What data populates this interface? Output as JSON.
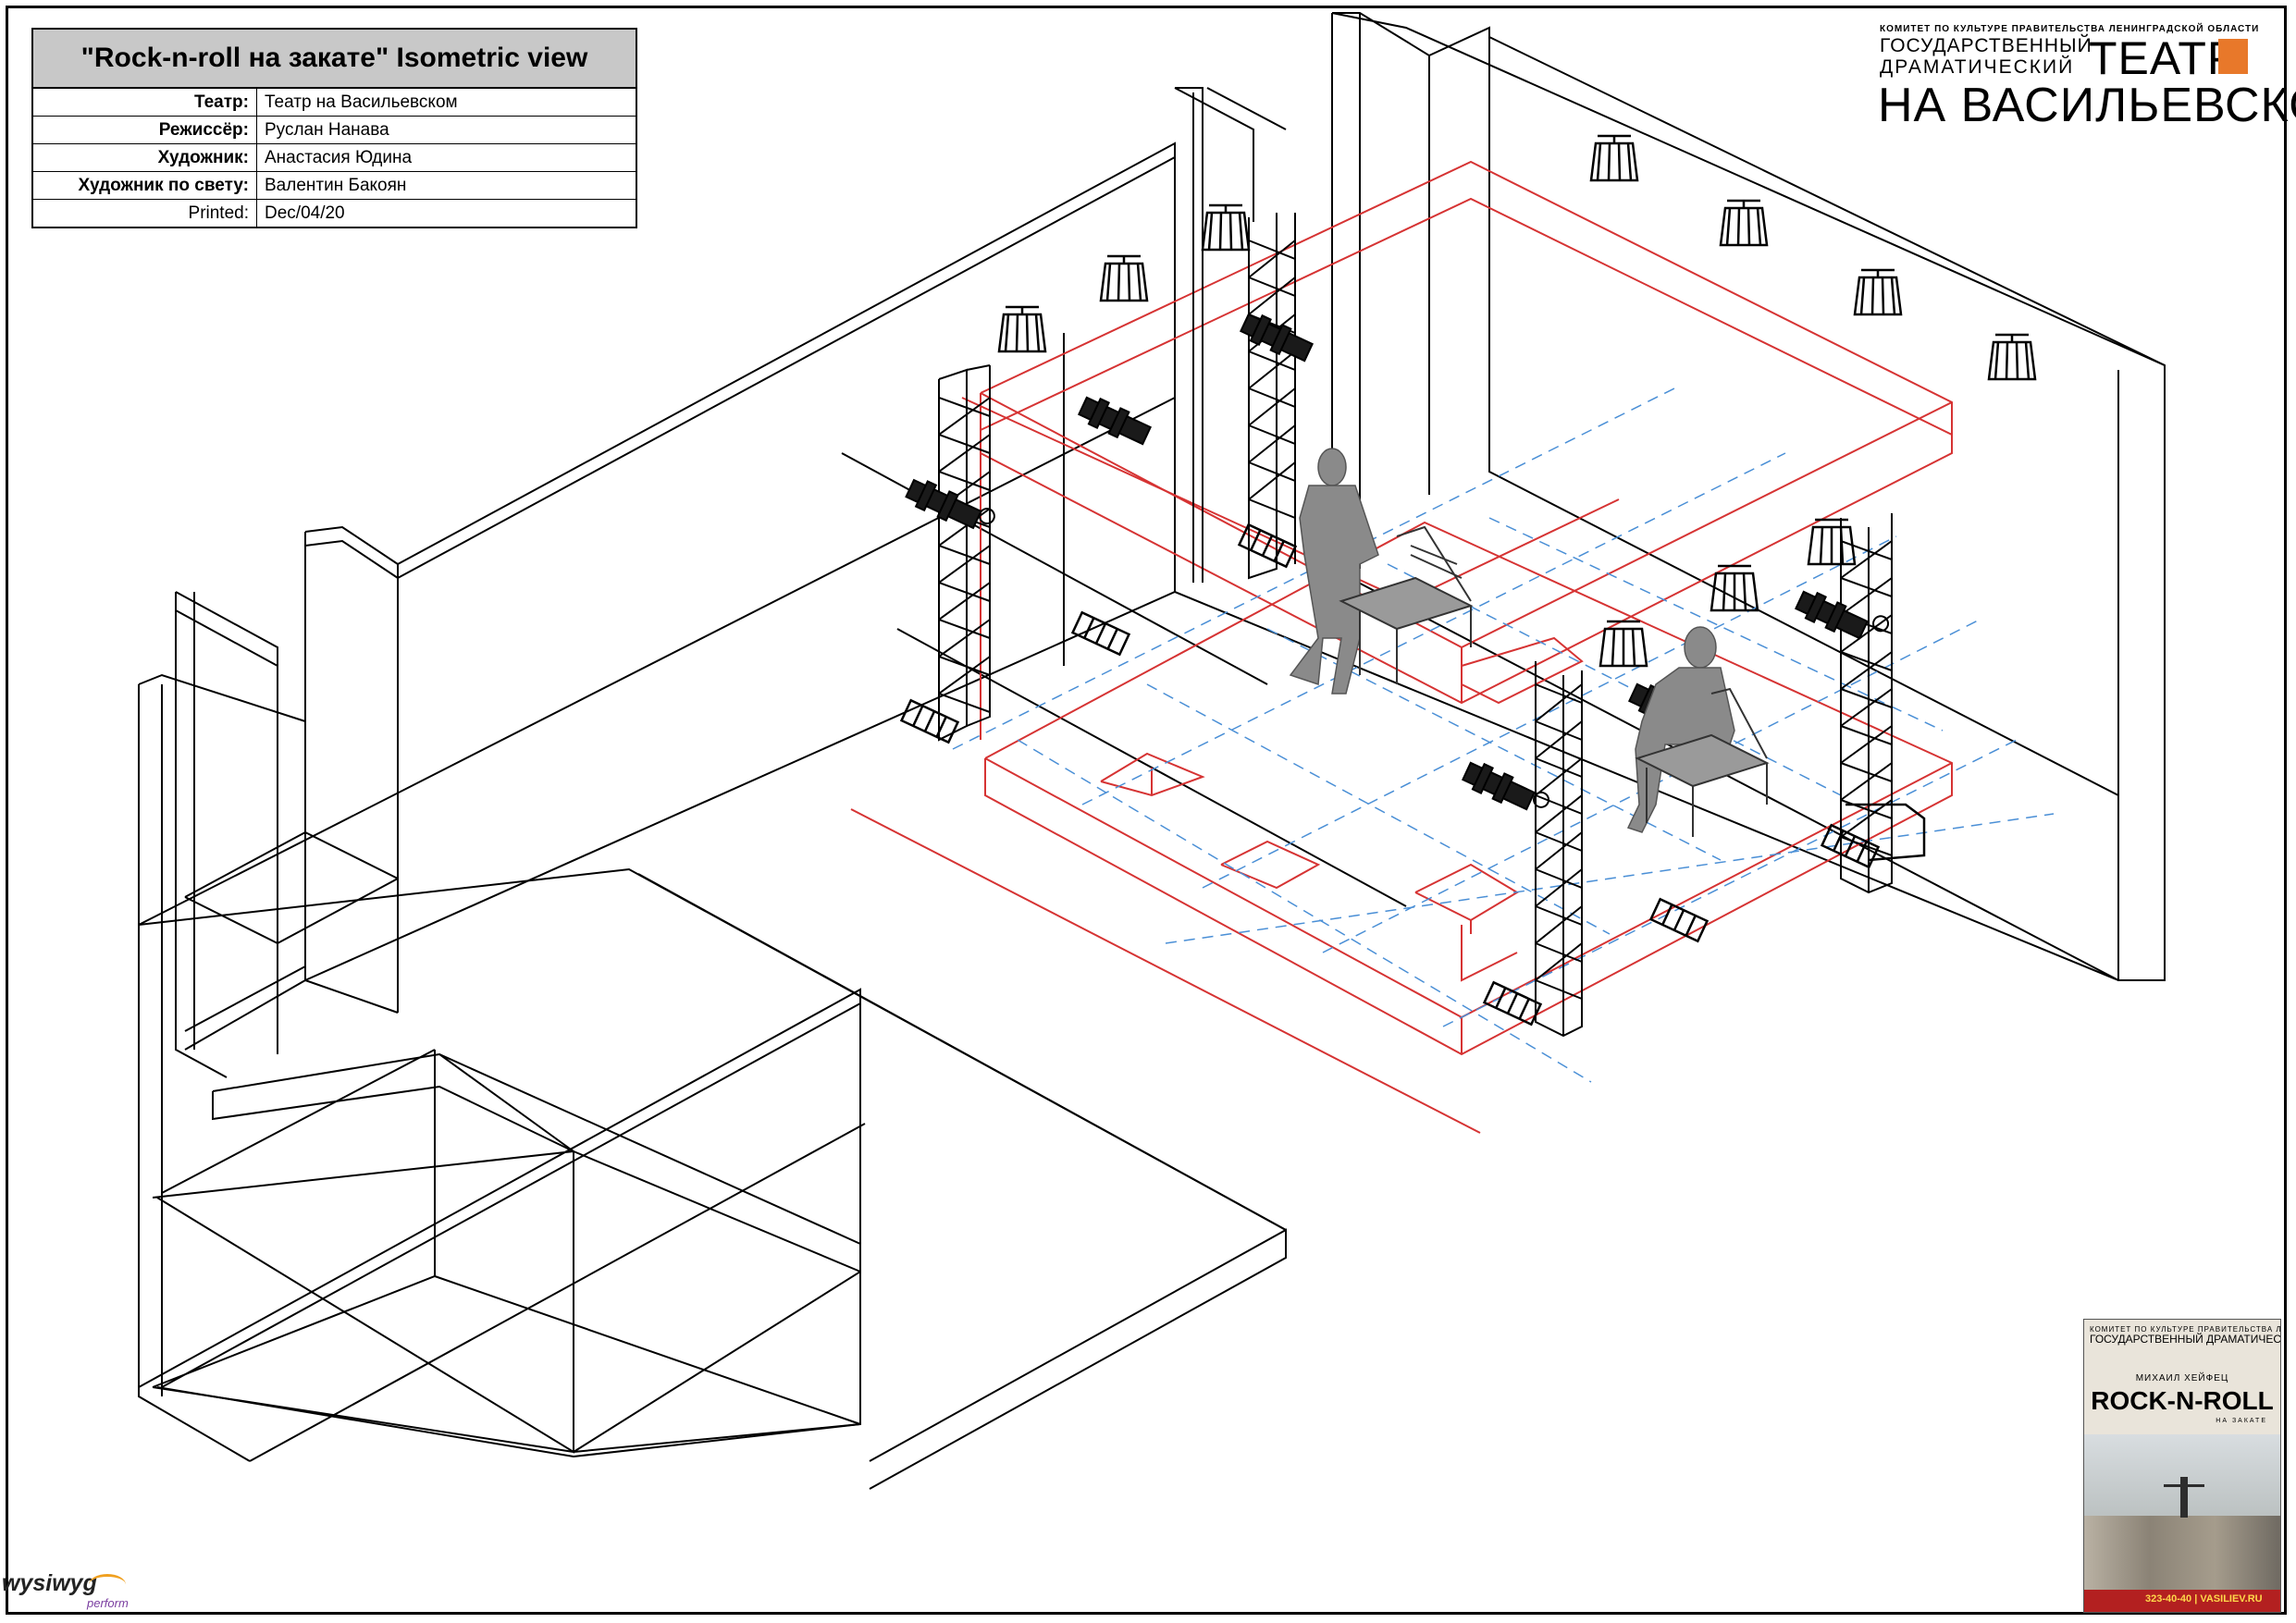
{
  "title_block": {
    "title": "\"Rock-n-roll на закате\" Isometric view",
    "rows": [
      {
        "label": "Театр:",
        "value": "Театр на Васильевском"
      },
      {
        "label": "Режиссёр:",
        "value": "Руслан Нанава"
      },
      {
        "label": "Художник:",
        "value": "Анастасия Юдина"
      },
      {
        "label": "Художник по свету:",
        "value": "Валентин Бакоян"
      },
      {
        "label": "Printed:",
        "value": "Dec/04/20"
      }
    ]
  },
  "theatre_logo": {
    "small_line": "КОМИТЕТ ПО КУЛЬТУРЕ ПРАВИТЕЛЬСТВА ЛЕНИНГРАДСКОЙ ОБЛАСТИ",
    "line1": "ГОСУДАРСТВЕННЫЙ",
    "line2": "ДРАМАТИЧЕСКИЙ",
    "big1": "ТЕАТР",
    "big2": "НА ВАСИЛЬЕВСКОМ",
    "accent_color": "#e8782a"
  },
  "software_logo": {
    "name": "wysiwyg",
    "edition": "perform"
  },
  "poster": {
    "header1": "КОМИТЕТ ПО КУЛЬТУРЕ ПРАВИТЕЛЬСТВА ЛЕНИНГРАДСКОЙ ОБЛАСТИ",
    "header2": "ГОСУДАРСТВЕННЫЙ ДРАМАТИЧЕСКИЙ ТЕАТР НА ВАСИЛЬЕВСКОМ",
    "author": "МИХАИЛ ХЕЙФЕЦ",
    "title": "ROCK-N-ROLL",
    "subtitle": "НА ЗАКАТЕ",
    "phone": "323-40-40 | VASILIEV.RU"
  },
  "colors": {
    "walls": "#000000",
    "set": "#d63333",
    "floor_grid": "#4a8fd6",
    "figures": "#8a8a8a"
  }
}
